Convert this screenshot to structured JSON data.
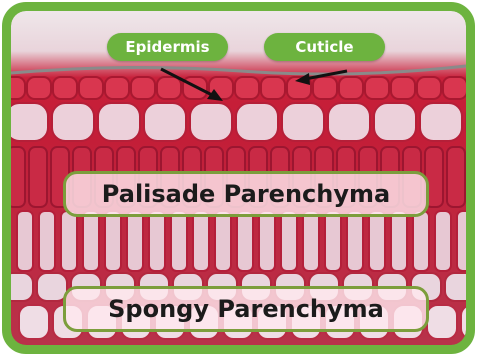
{
  "labels": {
    "epidermis": "Epidermis",
    "cuticle": "Cuticle",
    "palisade": "Palisade Parenchyma",
    "spongy": "Spongy Parenchyma"
  },
  "colors": {
    "frame_green": "#6db33f",
    "band_border": "#7c9e3c",
    "tissue_red": "#d0203a",
    "cell_light": "#f3dde5"
  },
  "image": {
    "description_icon": "leaf-cross-section-micrograph"
  }
}
